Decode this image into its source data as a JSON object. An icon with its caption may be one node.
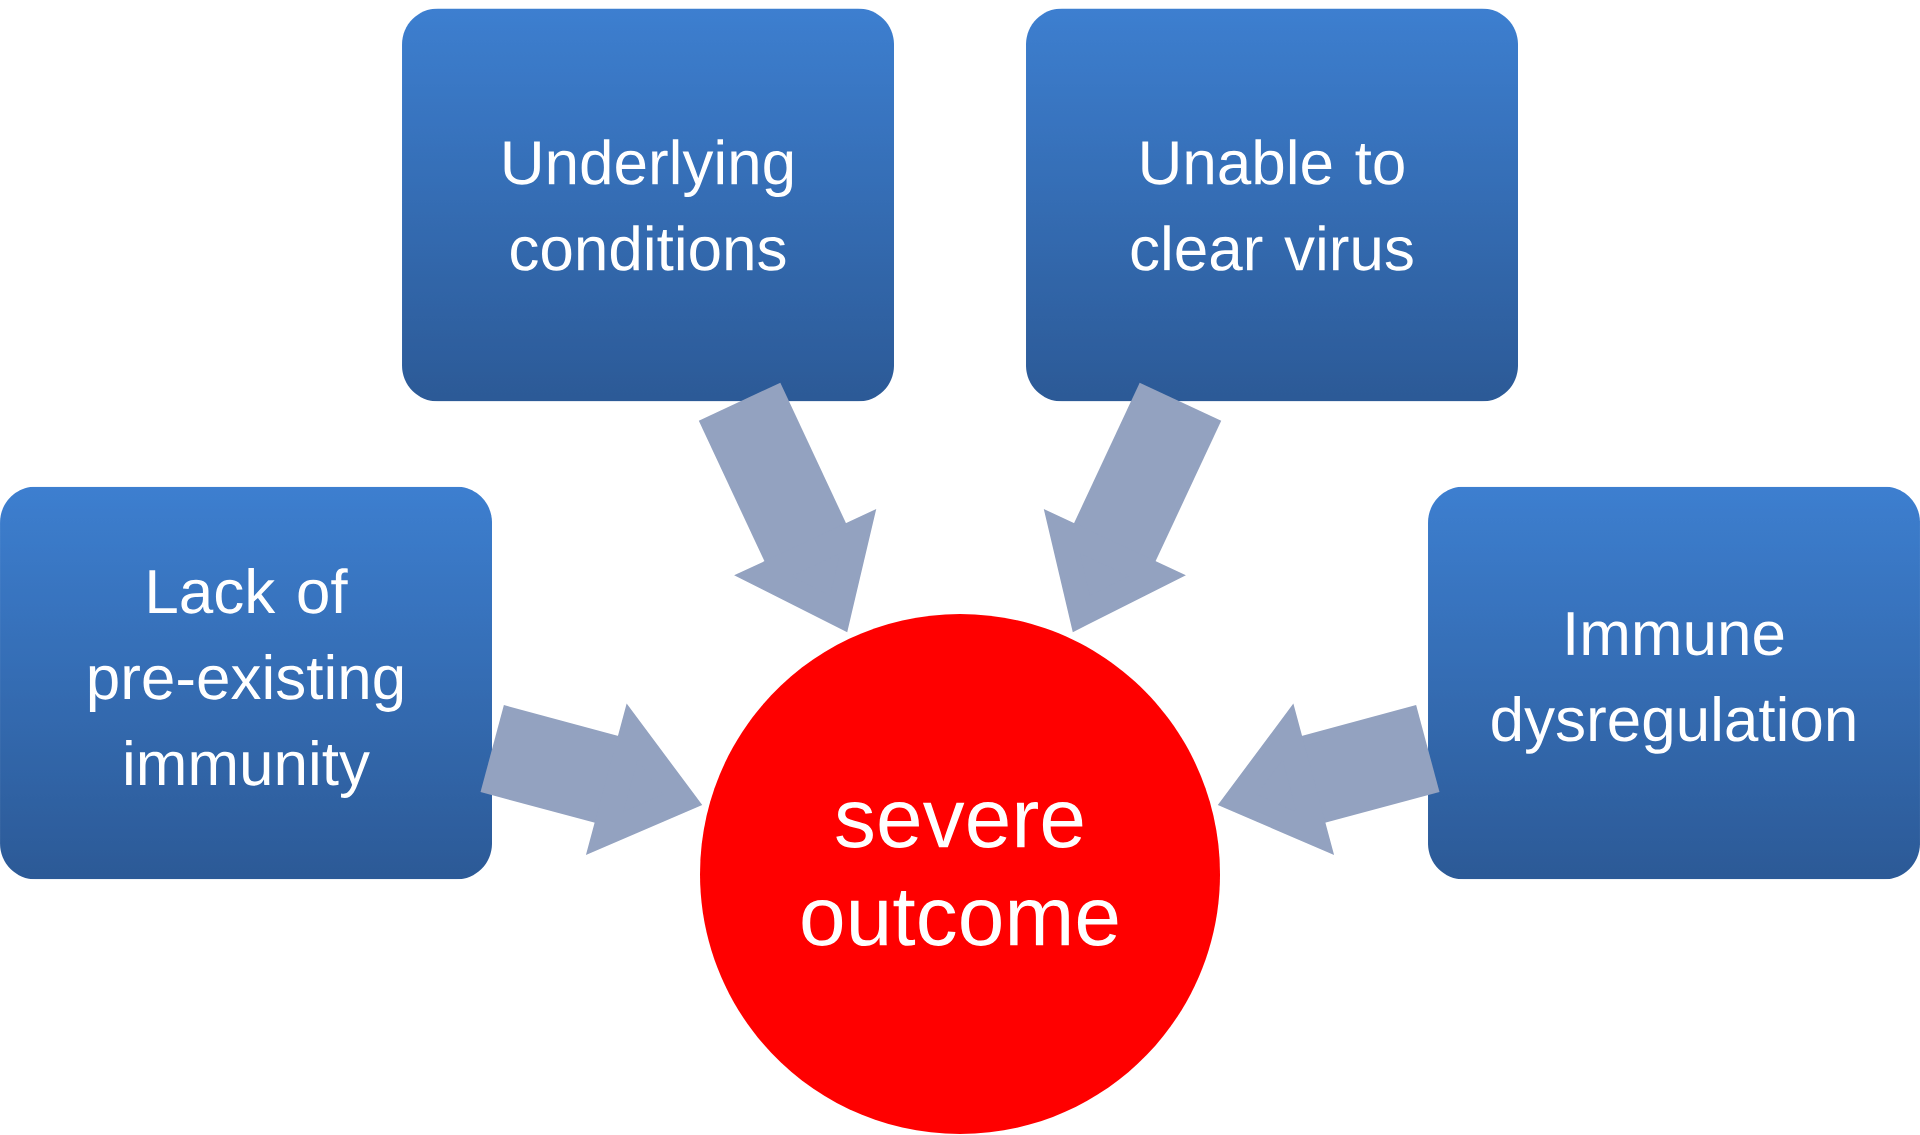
{
  "diagram": {
    "nodes": [
      {
        "text": [
          "Underlying conditions"
        ]
      },
      {
        "text": [
          "Unable to clear virus"
        ]
      },
      {
        "text": [
          "Lack of pre-existing immunity"
        ]
      },
      {
        "text": [
          "Immune dysregulation"
        ]
      },
      {
        "text": [
          "severe outcome"
        ]
      }
    ],
    "edges": [
      {
        "from": 0,
        "to": 4,
        "arrow": "to"
      },
      {
        "from": 1,
        "to": 4,
        "arrow": "to"
      },
      {
        "from": 2,
        "to": 4,
        "arrow": "to"
      },
      {
        "from": 3,
        "to": 4,
        "arrow": "to"
      }
    ]
  }
}
